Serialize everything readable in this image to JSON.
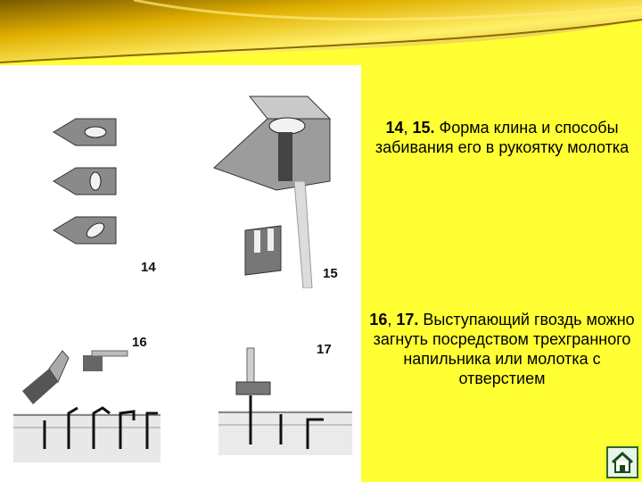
{
  "captions": [
    {
      "bold": "14",
      "sep": ", ",
      "bold2": "15.",
      "text": " Форма клина и способы забивания его в рукоятку молотка"
    },
    {
      "bold": "16",
      "sep": ", ",
      "bold2": "17.",
      "text": " Выступающий гвоздь можно загнуть посредством трехгранного напильника или молотка с отверстием"
    }
  ],
  "figure_labels": {
    "f14": "14",
    "f15": "15",
    "f16": "16",
    "f17": "17"
  },
  "icons": {
    "home": "home-icon"
  }
}
